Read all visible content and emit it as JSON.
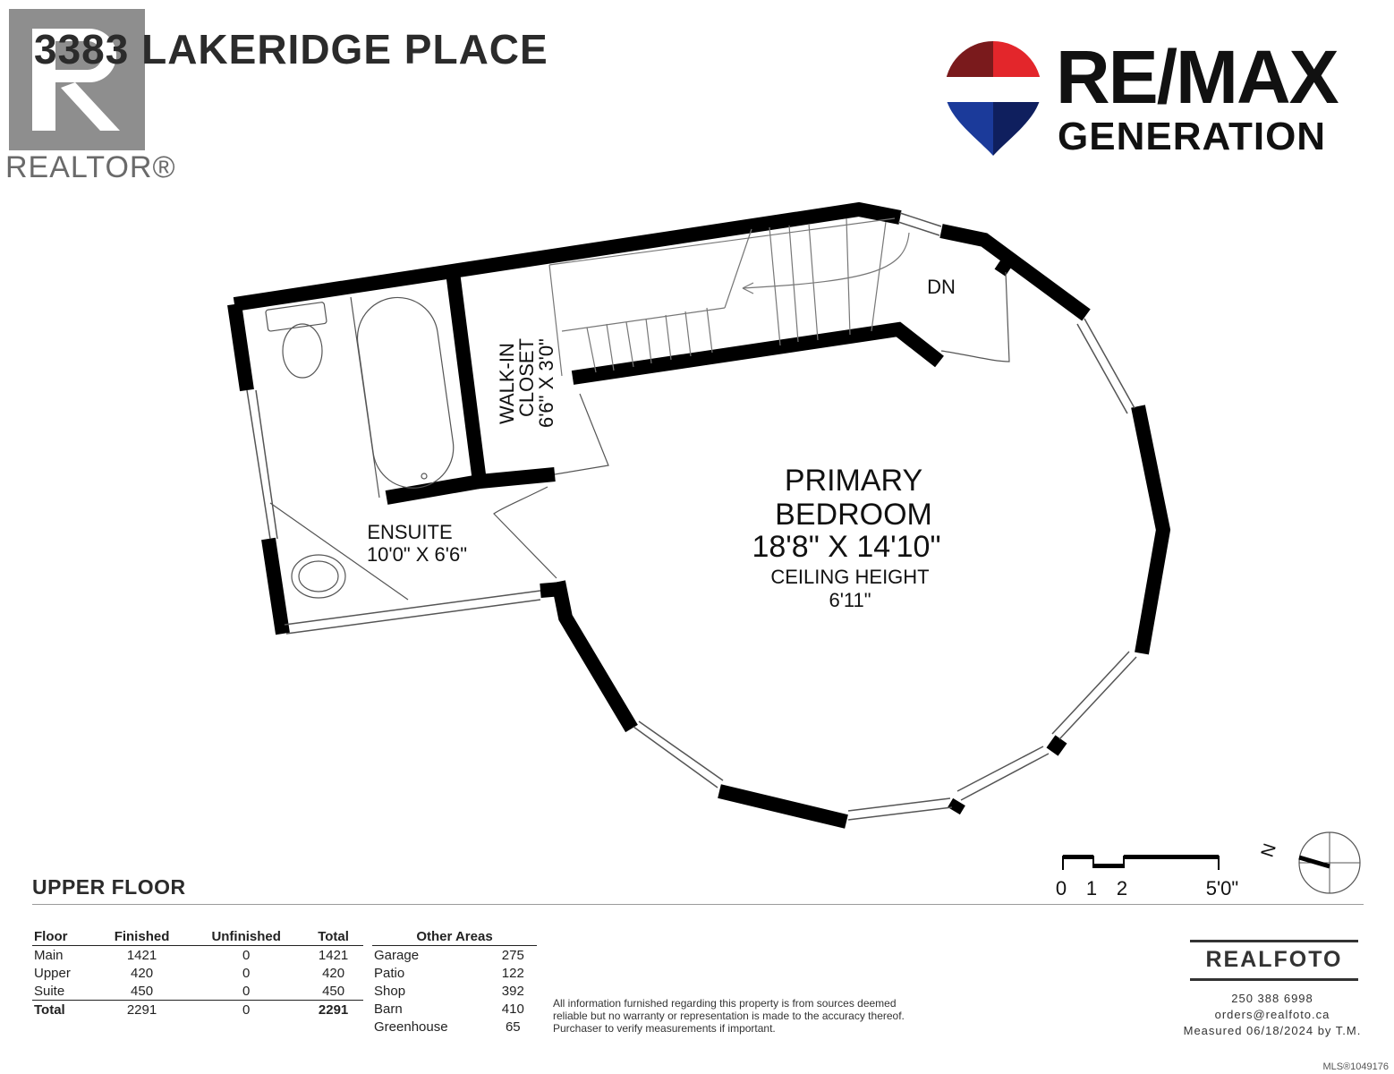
{
  "header": {
    "title": "3383 LAKERIDGE PLACE",
    "realtor_mark": "REALTOR®",
    "brand_name": "RE/MAX",
    "brand_sub": "GENERATION"
  },
  "rooms": {
    "walkin_line1": "WALK-IN",
    "walkin_line2": "CLOSET",
    "walkin_dims": "6'6\" X 3'0\"",
    "ensuite_name": "ENSUITE",
    "ensuite_dims": "10'0\" X 6'6\"",
    "primary_line1": "PRIMARY",
    "primary_line2": "BEDROOM",
    "primary_dims": "18'8\" X 14'10\"",
    "primary_ceiling_label": "CEILING HEIGHT",
    "primary_ceiling_value": "6'11\"",
    "stairs_label": "DN"
  },
  "scale": {
    "t0": "0",
    "t1": "1",
    "t2": "2",
    "t5": "5'0\""
  },
  "compass": {
    "north": "N"
  },
  "floor_label": "UPPER FLOOR",
  "floor_areas": {
    "headers": [
      "Floor",
      "Finished",
      "Unfinished",
      "Total"
    ],
    "rows": [
      [
        "Main",
        "1421",
        "0",
        "1421"
      ],
      [
        "Upper",
        "420",
        "0",
        "420"
      ],
      [
        "Suite",
        "450",
        "0",
        "450"
      ],
      [
        "Total",
        "2291",
        "0",
        "2291"
      ]
    ]
  },
  "other_areas": {
    "header": "Other Areas",
    "rows": [
      [
        "Garage",
        "275"
      ],
      [
        "Patio",
        "122"
      ],
      [
        "Shop",
        "392"
      ],
      [
        "Barn",
        "410"
      ],
      [
        "Greenhouse",
        "65"
      ]
    ]
  },
  "disclaimer": "All information furnished regarding this property is from sources deemed reliable but no warranty or representation is made to the accuracy thereof. Purchaser to verify measurements if important.",
  "company": {
    "name": "REALFOTO",
    "phone": "250 388 6998",
    "email": "orders@realfoto.ca",
    "measured": "Measured 06/18/2024 by T.M."
  },
  "mls": "MLS®1049176",
  "colors": {
    "wall": "#000000",
    "brand_red": "#e3262b",
    "brand_blue": "#1b3a9a",
    "text": "#2b2b2b"
  }
}
